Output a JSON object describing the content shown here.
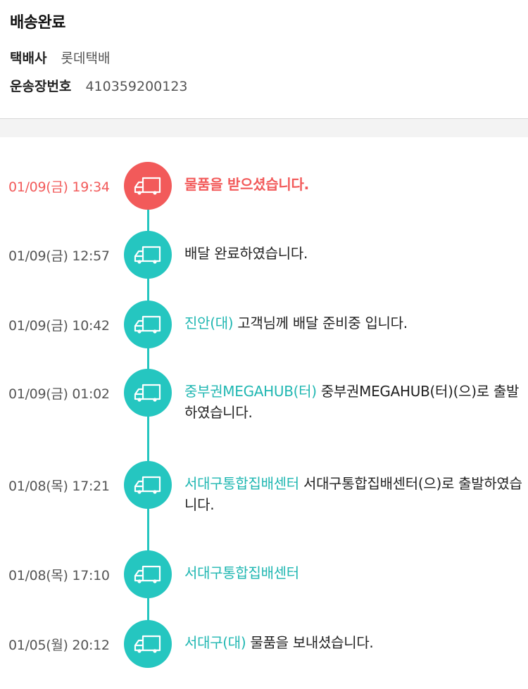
{
  "header": {
    "status_title": "배송완료",
    "courier_label": "택배사",
    "courier_value": "롯데택배",
    "tracking_label": "운송장번호",
    "tracking_value": "410359200123"
  },
  "colors": {
    "accent_teal": "#25c6c0",
    "location_teal": "#20b7b2",
    "delivered_red": "#f25a5a"
  },
  "events": [
    {
      "time": "01/09(금) 19:34",
      "location": "",
      "message": "물품을 받으셨습니다.",
      "icon": "truck-icon",
      "state": "delivered"
    },
    {
      "time": "01/09(금) 12:57",
      "location": "",
      "message": "배달 완료하였습니다.",
      "icon": "truck-icon",
      "state": "normal"
    },
    {
      "time": "01/09(금) 10:42",
      "location": "진안(대)",
      "message": "고객님께 배달 준비중 입니다.",
      "icon": "truck-icon",
      "state": "normal"
    },
    {
      "time": "01/09(금) 01:02",
      "location": "중부권MEGAHUB(터)",
      "message": "중부권MEGAHUB(터)(으)로 출발하였습니다.",
      "icon": "truck-icon",
      "state": "normal"
    },
    {
      "time": "01/08(목) 17:21",
      "location": "서대구통합집배센터",
      "message": "서대구통합집배센터(으)로 출발하였습니다.",
      "icon": "truck-icon",
      "state": "normal"
    },
    {
      "time": "01/08(목) 17:10",
      "location": "서대구통합집배센터",
      "message": "",
      "icon": "truck-icon",
      "state": "normal"
    },
    {
      "time": "01/05(월) 20:12",
      "location": "서대구(대)",
      "message": "물품을 보내셨습니다.",
      "icon": "truck-icon",
      "state": "normal"
    }
  ]
}
